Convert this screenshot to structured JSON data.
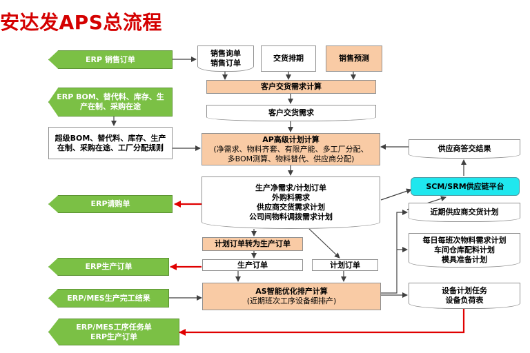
{
  "title": "安达发APS总流程",
  "left": {
    "erp_sales_order": "ERP 销售订单",
    "erp_bom_lines": [
      "ERP BOM、替代料、库存、生",
      "产在制、采购在途"
    ],
    "super_bom_lines": [
      "超级BOM、替代料、库存、生产",
      "在制、采购在途、工厂分配规则"
    ],
    "erp_pr": "ERP请购单",
    "erp_po": "ERP生产订单",
    "erp_mes_result": "ERP/MES生产完工结果",
    "erp_mes_task_lines": [
      "ERP/MES工序任务单",
      "ERP生产订单"
    ]
  },
  "center": {
    "sales_inquiry_lines": [
      "销售询单",
      "销售订单"
    ],
    "delivery_schedule": "交货排期",
    "sales_forecast": "销售预测",
    "demand_calc": "客户交货需求计算",
    "demand": "客户交货需求",
    "ap_lines": [
      "AP高级计划计算",
      "(净需求、物料齐套、有限产能、多工厂分配、",
      "多BOM测算、物料替代、供应商分配)"
    ],
    "net_req_lines": [
      "生产净需求/计划订单",
      "外购料需求",
      "供应商交货需求计划",
      "公司间物料调拨需求计划"
    ],
    "convert": "计划订单转为生产订单",
    "prod_order": "生产订单",
    "plan_order": "计划订单",
    "as_lines": [
      "AS智能优化排产计算",
      "(近期班次工序设备细排产)"
    ]
  },
  "right": {
    "supplier_reply": "供应商答交结果",
    "scm_srm": "SCM/SRM供应链平台",
    "near_supplier_plan": "近期供应商交货计划",
    "daily_lines": [
      "每日每班次物料需求计划",
      "车间仓库配料计划",
      "模具准备计划"
    ],
    "equip_lines": [
      "设备计划任务",
      "设备负荷表"
    ]
  },
  "colors": {
    "title": "#d40000",
    "peach": "#f9cba5",
    "green": "#7bc045",
    "cyan": "#1fe7ee",
    "red_arrow": "#e00000",
    "line": "#404040"
  }
}
